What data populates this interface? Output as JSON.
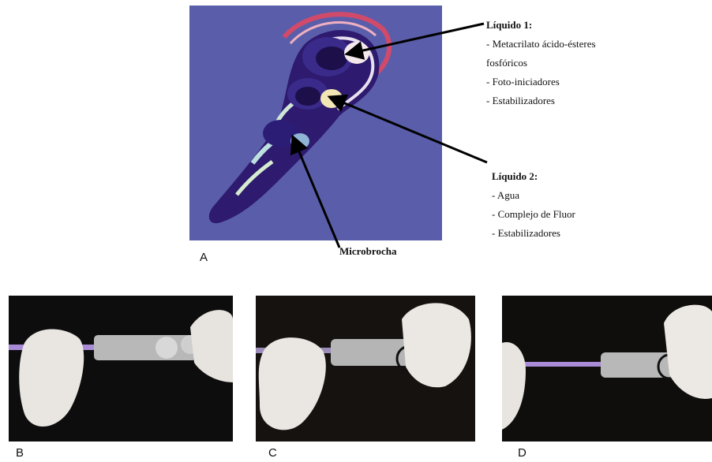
{
  "figure": {
    "letters": {
      "a": "A",
      "b": "B",
      "c": "C",
      "d": "D"
    },
    "liquid1": {
      "title": "Líquido 1:",
      "items": [
        "- Metacrilato ácido-ésteres",
        "fosfóricos",
        "- Foto-iniciadores",
        "- Estabilizadores"
      ]
    },
    "liquid2": {
      "title": "Líquido 2:",
      "items": [
        "- Agua",
        "- Complejo de Fluor",
        "- Estabilizadores"
      ]
    },
    "microbrush": "Microbrocha"
  },
  "colors": {
    "panel_background": "#5a5eaa",
    "capsule_purple": "#2e1a6e",
    "brush_tip": "#a98ad6"
  }
}
